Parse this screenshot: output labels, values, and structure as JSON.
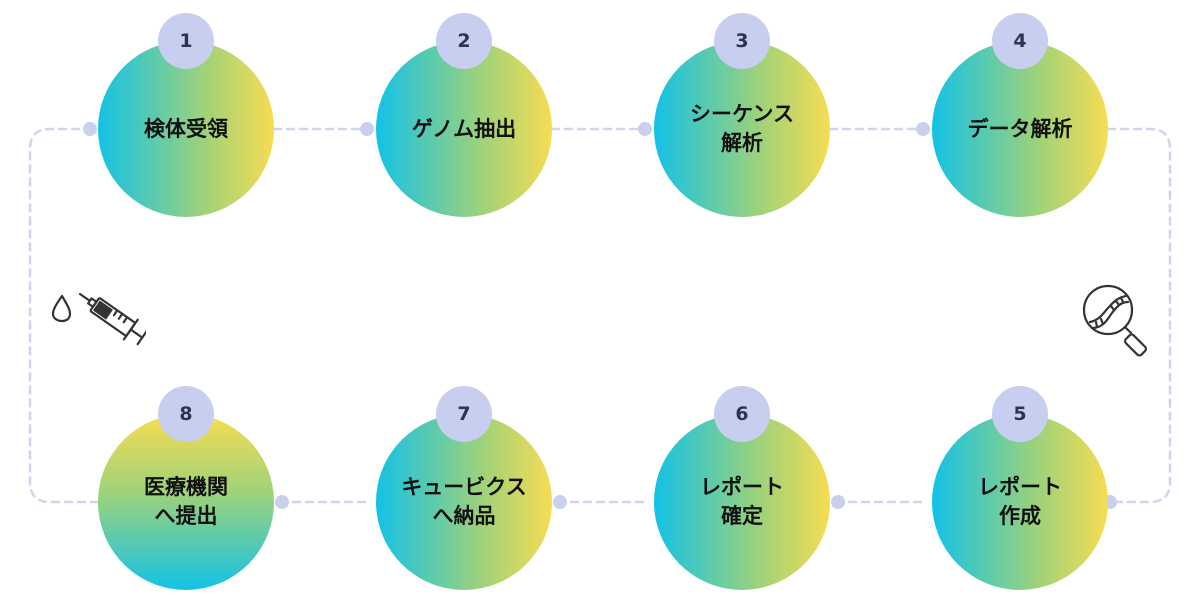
{
  "steps": [
    {
      "number": "1",
      "label": "検体受領"
    },
    {
      "number": "2",
      "label": "ゲノム抽出"
    },
    {
      "number": "3",
      "label": "シーケンス\n解析"
    },
    {
      "number": "4",
      "label": "データ解析"
    },
    {
      "number": "5",
      "label": "レポート\n作成"
    },
    {
      "number": "6",
      "label": "レポート\n確定"
    },
    {
      "number": "7",
      "label": "キュービクス\nへ納品"
    },
    {
      "number": "8",
      "label": "医療機関\nへ提出"
    }
  ],
  "icons": {
    "left": "syringe-icon",
    "right": "dna-magnifier-icon"
  },
  "colors": {
    "gradient_start": "#13c2e6",
    "gradient_mid": "#9ed27a",
    "gradient_end": "#f7dc52",
    "badge": "#c8ceef",
    "connector": "#cfd6ec"
  }
}
